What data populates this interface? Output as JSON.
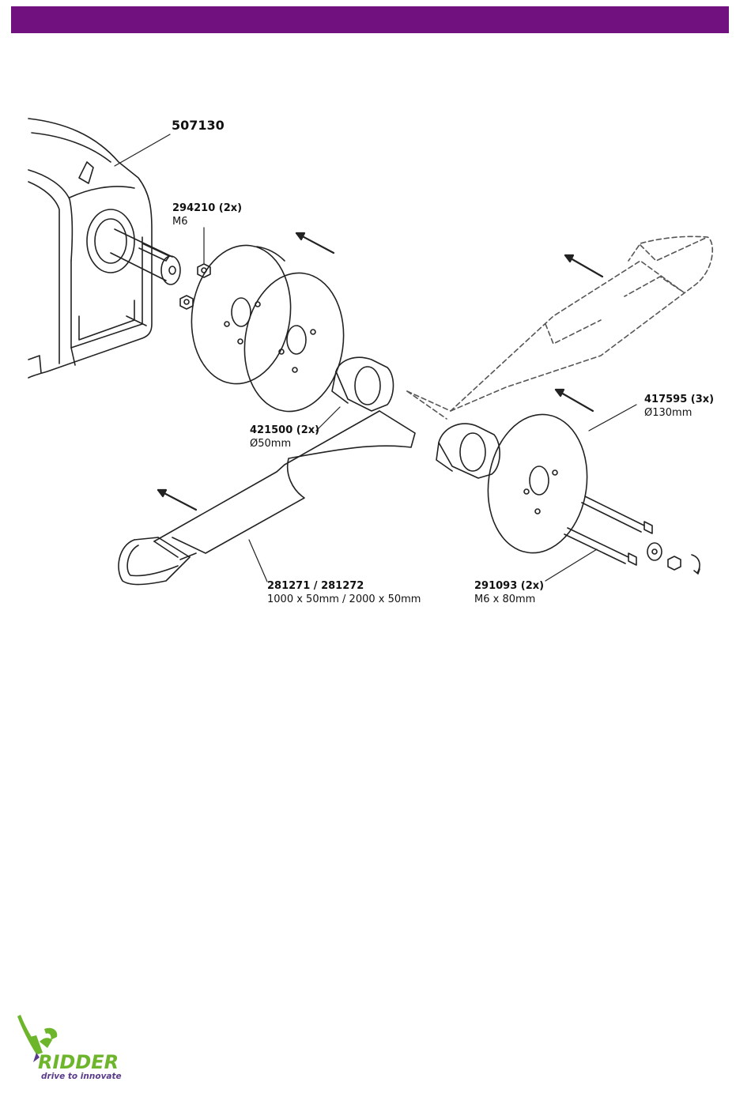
{
  "header": {
    "color": "#71117f"
  },
  "parts": {
    "gear_motor": {
      "part_no": "507130"
    },
    "nut": {
      "part_no": "294210 (2x)",
      "spec": "M6"
    },
    "clamp": {
      "part_no": "421500 (2x)",
      "spec": "Ø50mm"
    },
    "disc": {
      "part_no": "417595 (3x)",
      "spec": "Ø130mm"
    },
    "strap": {
      "part_no": "281271 / 281272",
      "spec": "1000 x 50mm / 2000 x 50mm"
    },
    "bolt": {
      "part_no": "291093 (2x)",
      "spec": "M6 x 80mm"
    }
  },
  "logo": {
    "name": "RIDDER",
    "tagline": "drive to innovate",
    "brand_green": "#6db52b",
    "brand_purple": "#5a3a8a"
  }
}
